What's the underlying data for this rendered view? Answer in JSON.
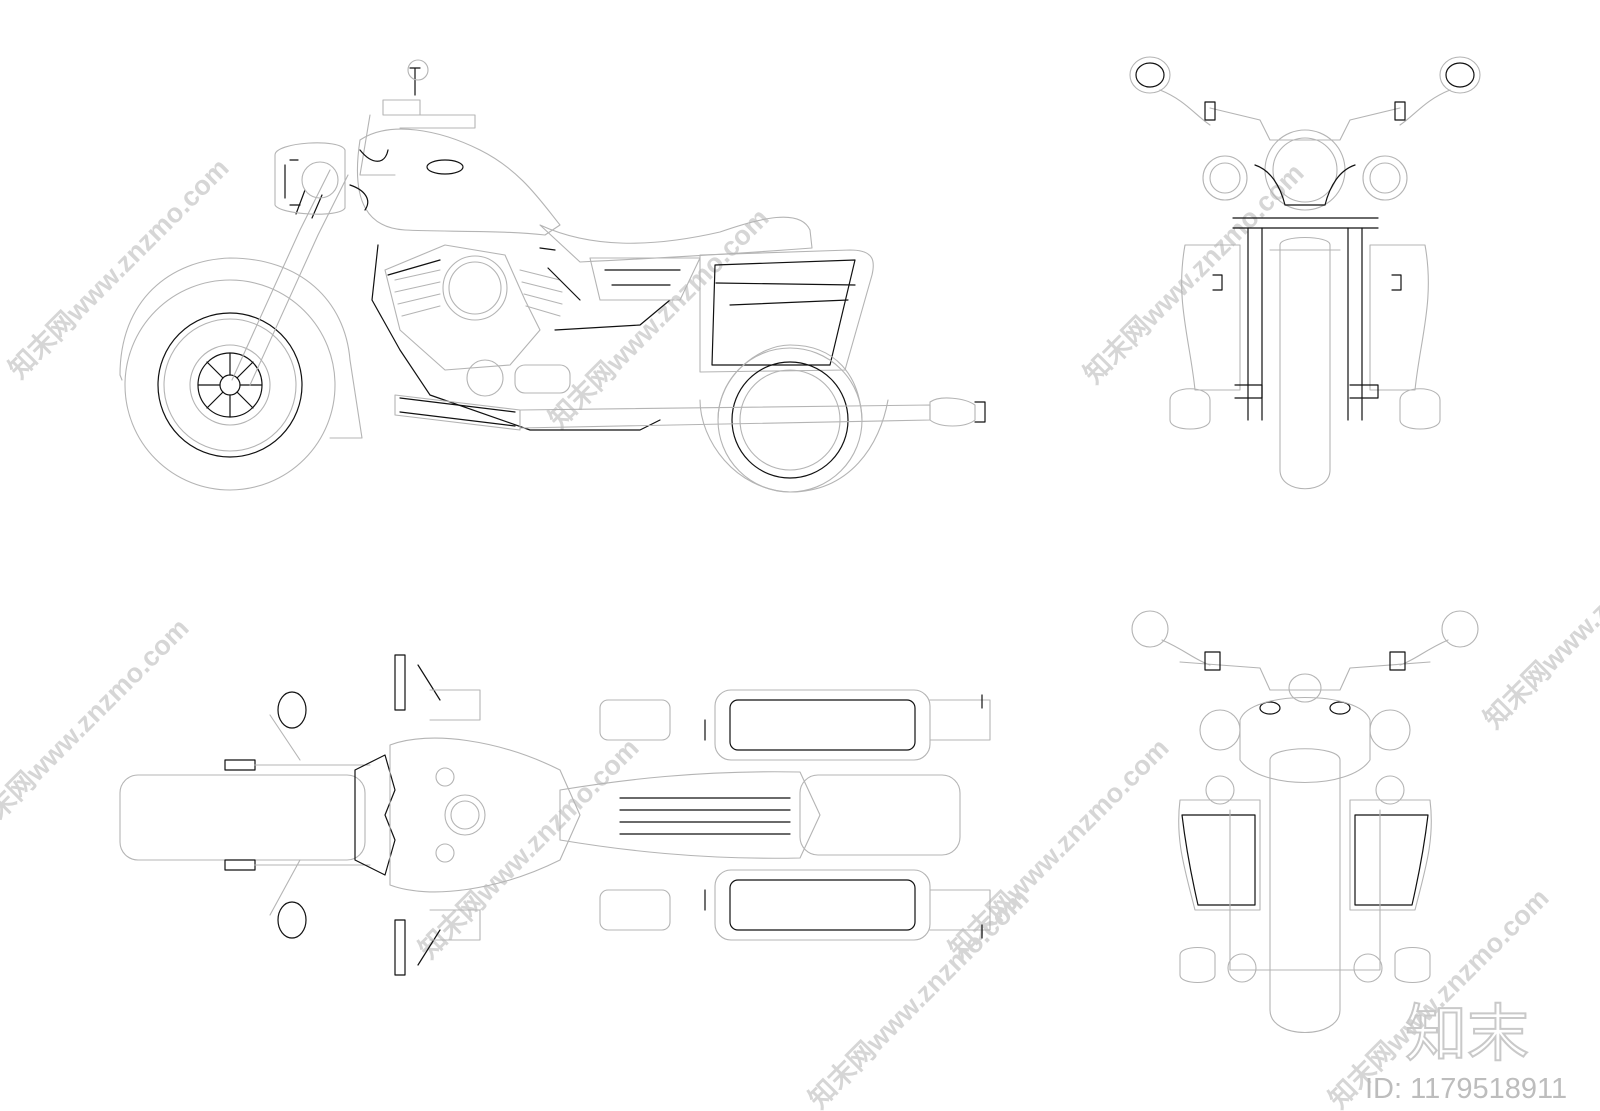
{
  "watermark": {
    "text": "知末网www.znzmo.com",
    "color": "#d6d6d6"
  },
  "brand": {
    "logo_text": "知末",
    "id_label": "ID: 1179518911",
    "color": "#bdbdbd"
  },
  "views": {
    "side": "side-view",
    "top": "top-view",
    "front": "front-view",
    "rear": "rear-view"
  },
  "colors": {
    "outline": "#b4b4b4",
    "detail": "#111111",
    "background": "#ffffff"
  }
}
